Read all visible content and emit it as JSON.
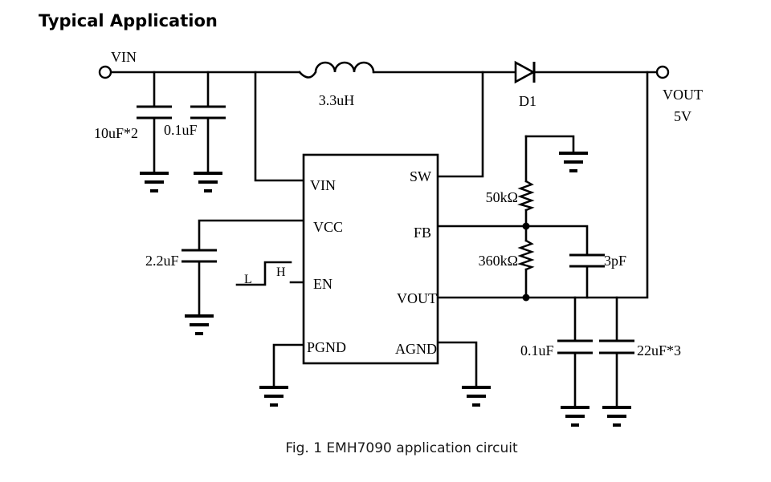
{
  "page": {
    "title": "Typical Application",
    "caption": "Fig. 1 EMH7090 application circuit"
  },
  "nets": {
    "input": "VIN",
    "output_name": "VOUT",
    "output_voltage": "5V"
  },
  "components": {
    "inductor": "3.3uH",
    "diode": "D1",
    "cin_bulk": "10uF*2",
    "cin_hf": "0.1uF",
    "cvcc": "2.2uF",
    "r_top": "50kΩ",
    "r_bottom": "360kΩ",
    "c_ff": "3pF",
    "cout_hf": "0.1uF",
    "cout_bulk": "22uF*3",
    "enable_low": "L",
    "enable_high": "H"
  },
  "ic": {
    "pins_left": [
      "VIN",
      "VCC",
      "EN",
      "PGND"
    ],
    "pins_right": [
      "SW",
      "FB",
      "VOUT",
      "AGND"
    ]
  }
}
